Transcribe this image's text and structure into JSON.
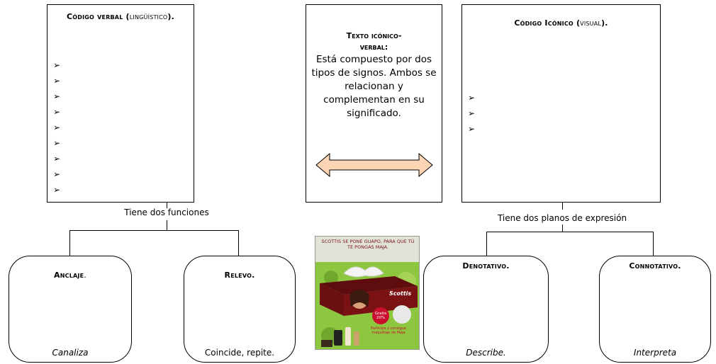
{
  "verbal": {
    "title_prefix": "Código verbal (",
    "title_inner": "lingüístico",
    "title_suffix": ").",
    "bullets": [
      "➢",
      "➢",
      "➢",
      "➢",
      "➢",
      "➢",
      "➢",
      "➢",
      "➢"
    ]
  },
  "iconic_verbal": {
    "title_line1": "Texto icónico-",
    "title_line2": "verbal:",
    "description": "Está compuesto por dos tipos de signos. Ambos se relacionan y complementan en su significado."
  },
  "iconic": {
    "title_prefix": "Código Icónico (",
    "title_inner": "visual",
    "title_suffix": ").",
    "bullets": [
      "➢",
      "➢",
      "➢"
    ]
  },
  "left_connector_label": "Tiene dos funciones",
  "right_connector_label": "Tiene dos planos de expresión",
  "functions": [
    {
      "title": "Anclaje",
      "title_punct": ".",
      "footer": "Canaliza"
    },
    {
      "title": "Relevo.",
      "title_punct": "",
      "footer": "Coincide, repite."
    }
  ],
  "planes": [
    {
      "title": "Denotativo.",
      "footer": "Describe."
    },
    {
      "title": "Connotativo.",
      "footer": "Interpreta"
    }
  ],
  "ad": {
    "headline": "SCOTTIS SE PONE GUAPO, PARA QUE TÚ TE PONGAS MAJA.",
    "brand": "Scottis",
    "badge": "Gratis 20%",
    "promo": "Participa y consigue maquillaje de Maja",
    "colors": {
      "bg": "#8dc63f",
      "band": "#e2e3d7",
      "box": "#7a1214",
      "accent": "#c8102e"
    }
  },
  "arrow_color": "#fcd5b4"
}
